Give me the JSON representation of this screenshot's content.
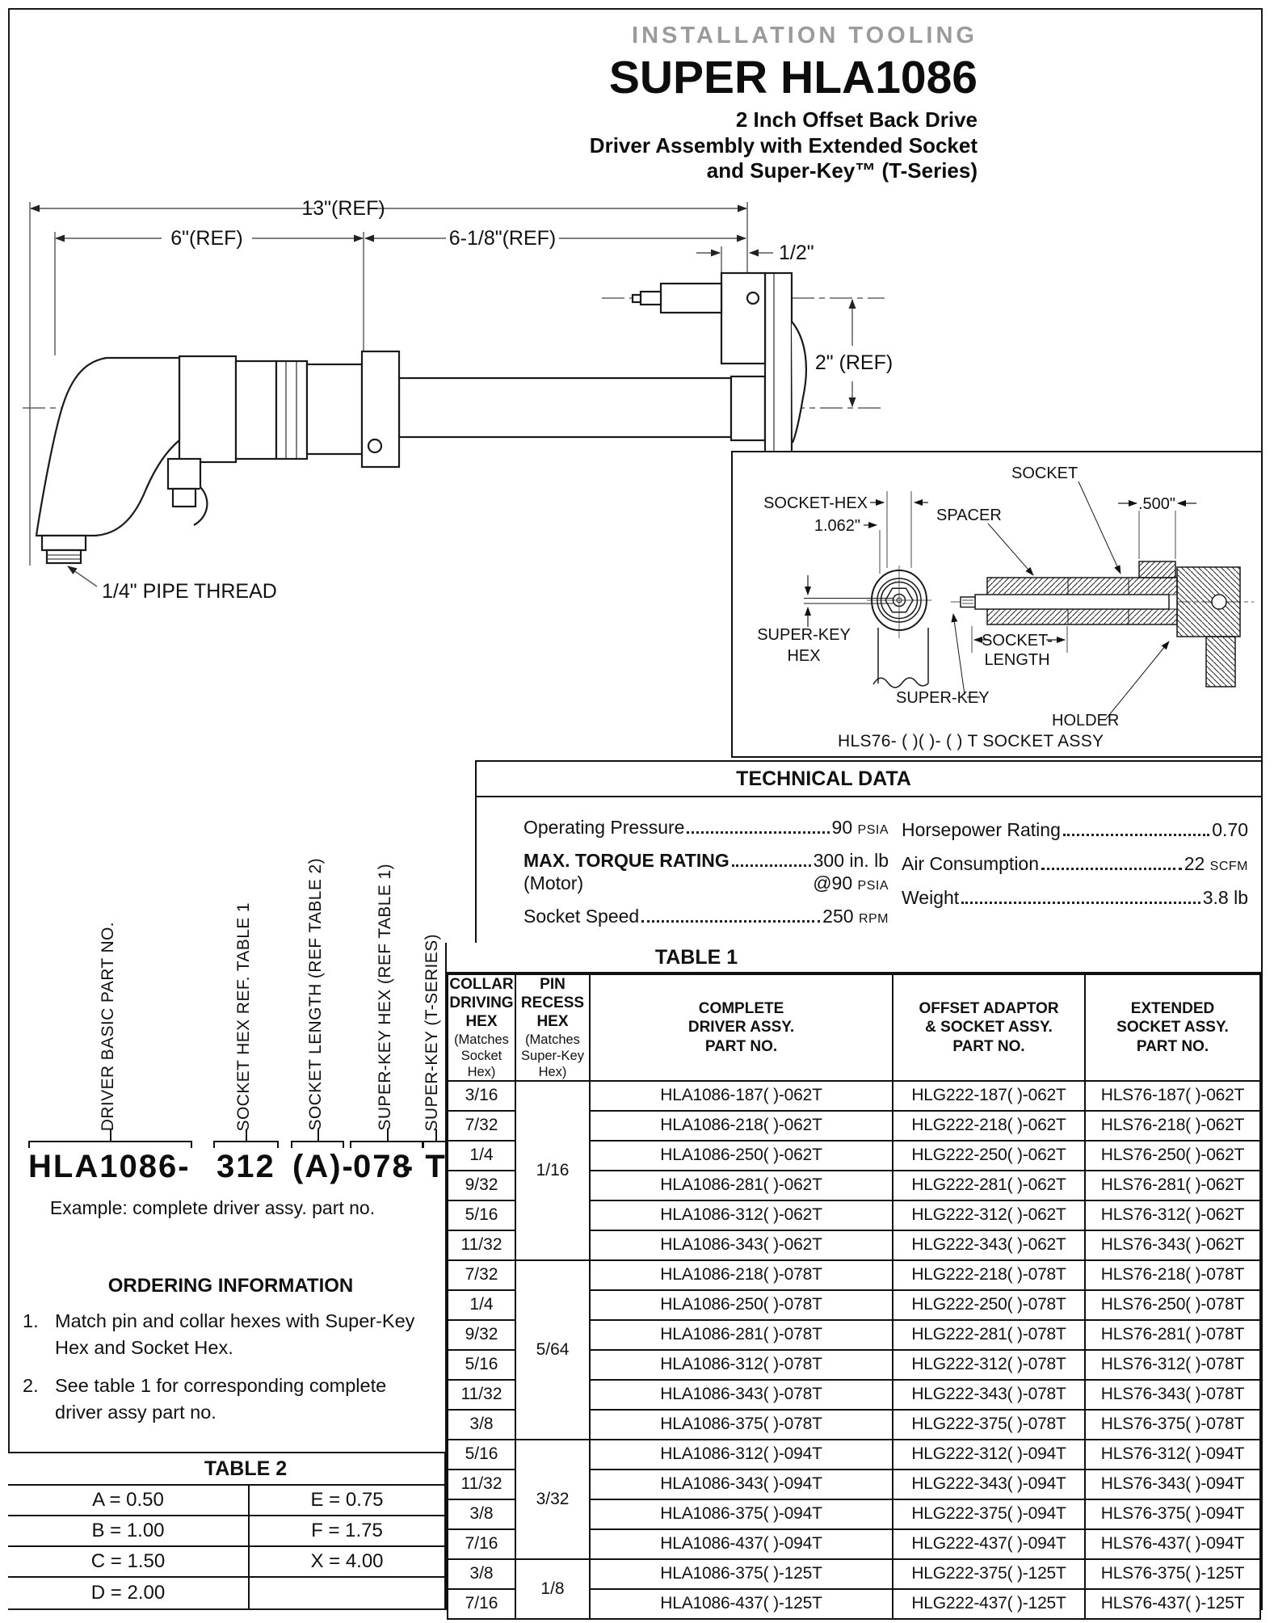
{
  "header": {
    "kicker": "INSTALLATION TOOLING",
    "title": "SUPER HLA1086",
    "subtitle_lines": [
      "2 Inch Offset Back Drive",
      "Driver Assembly with Extended Socket",
      "and Super-Key™ (T-Series)"
    ]
  },
  "drawing": {
    "dim_overall": "13\"(REF)",
    "dim_front": "6\"(REF)",
    "dim_rear": "6-1/8\"(REF)",
    "dim_half": "1/2\"",
    "dim_offset": "2\" (REF)",
    "pipe_thread": "1/4\" PIPE THREAD"
  },
  "inset": {
    "socket": "SOCKET",
    "socket_hex": "SOCKET-HEX",
    "diameter": "1.062\"",
    "spacer": "SPACER",
    "depth": ".500\"",
    "super_key_hex_line1": "SUPER-KEY",
    "super_key_hex_line2": "HEX",
    "super_key": "SUPER-KEY",
    "socket_length_line1": "SOCKET-",
    "socket_length_line2": "LENGTH",
    "holder": "HOLDER",
    "caption": "HLS76- ( )( )- ( ) T SOCKET ASSY"
  },
  "technical_data": {
    "title": "TECHNICAL DATA",
    "left": [
      {
        "label": "Operating Pressure",
        "value": "90",
        "unit": "PSIA"
      },
      {
        "label": "MAX. TORQUE RATING",
        "sub_label": "(Motor)",
        "value": "300 in. lb",
        "sub_value": "@90",
        "sub_unit": "PSIA"
      },
      {
        "label": "Socket Speed",
        "value": "250",
        "unit": "RPM"
      }
    ],
    "right": [
      {
        "label": "Horsepower Rating",
        "value": "0.70",
        "unit": ""
      },
      {
        "label": "Air Consumption ",
        "value": "22",
        "unit": "SCFM"
      },
      {
        "label": "Weight",
        "value": "3.8 lb",
        "unit": ""
      }
    ]
  },
  "part_number": {
    "code_segments": [
      "HLA1086-",
      "312",
      "(A)-",
      "078",
      "- T"
    ],
    "labels": [
      "DRIVER BASIC PART NO.",
      "SOCKET HEX REF. TABLE 1",
      "SOCKET LENGTH (REF TABLE 2)",
      "SUPER-KEY HEX (REF TABLE 1)",
      "SUPER-KEY (T-SERIES)"
    ],
    "example": "Example: complete driver assy. part no."
  },
  "ordering": {
    "title": "ORDERING INFORMATION",
    "items": [
      {
        "num": "1.",
        "text": "Match pin and collar hexes with Super-Key Hex and Socket Hex."
      },
      {
        "num": "2.",
        "text": "See table 1 for corresponding complete driver assy part no."
      }
    ]
  },
  "table2": {
    "title": "TABLE 2",
    "rows": [
      [
        "A = 0.50",
        "E = 0.75"
      ],
      [
        "B = 1.00",
        "F = 1.75"
      ],
      [
        "C = 1.50",
        "X = 4.00"
      ],
      [
        "D = 2.00",
        ""
      ]
    ]
  },
  "table1": {
    "title": "TABLE 1",
    "headers": [
      {
        "lines": [
          "COLLAR",
          "DRIVING HEX"
        ],
        "notes": [
          "(Matches",
          "Socket Hex)"
        ]
      },
      {
        "lines": [
          "PIN",
          "RECESS HEX"
        ],
        "notes": [
          "(Matches",
          "Super-Key Hex)"
        ]
      },
      {
        "lines": [
          "COMPLETE",
          "DRIVER ASSY.",
          "PART NO."
        ],
        "notes": []
      },
      {
        "lines": [
          "OFFSET ADAPTOR",
          "& SOCKET ASSY.",
          "PART NO."
        ],
        "notes": []
      },
      {
        "lines": [
          "EXTENDED",
          "SOCKET ASSY.",
          "PART NO."
        ],
        "notes": []
      }
    ],
    "groups": [
      {
        "pin": "1/16",
        "rows": [
          [
            "3/16",
            "HLA1086-187( )-062T",
            "HLG222-187( )-062T",
            "HLS76-187( )-062T"
          ],
          [
            "7/32",
            "HLA1086-218( )-062T",
            "HLG222-218( )-062T",
            "HLS76-218( )-062T"
          ],
          [
            "1/4",
            "HLA1086-250( )-062T",
            "HLG222-250( )-062T",
            "HLS76-250( )-062T"
          ],
          [
            "9/32",
            "HLA1086-281( )-062T",
            "HLG222-281( )-062T",
            "HLS76-281( )-062T"
          ],
          [
            "5/16",
            "HLA1086-312( )-062T",
            "HLG222-312( )-062T",
            "HLS76-312( )-062T"
          ],
          [
            "11/32",
            "HLA1086-343( )-062T",
            "HLG222-343( )-062T",
            "HLS76-343( )-062T"
          ]
        ]
      },
      {
        "pin": "5/64",
        "rows": [
          [
            "7/32",
            "HLA1086-218( )-078T",
            "HLG222-218( )-078T",
            "HLS76-218( )-078T"
          ],
          [
            "1/4",
            "HLA1086-250( )-078T",
            "HLG222-250( )-078T",
            "HLS76-250( )-078T"
          ],
          [
            "9/32",
            "HLA1086-281( )-078T",
            "HLG222-281( )-078T",
            "HLS76-281( )-078T"
          ],
          [
            "5/16",
            "HLA1086-312( )-078T",
            "HLG222-312( )-078T",
            "HLS76-312( )-078T"
          ],
          [
            "11/32",
            "HLA1086-343( )-078T",
            "HLG222-343( )-078T",
            "HLS76-343( )-078T"
          ],
          [
            "3/8",
            "HLA1086-375( )-078T",
            "HLG222-375( )-078T",
            "HLS76-375( )-078T"
          ]
        ]
      },
      {
        "pin": "3/32",
        "rows": [
          [
            "5/16",
            "HLA1086-312( )-094T",
            "HLG222-312( )-094T",
            "HLS76-312( )-094T"
          ],
          [
            "11/32",
            "HLA1086-343( )-094T",
            "HLG222-343( )-094T",
            "HLS76-343( )-094T"
          ],
          [
            "3/8",
            "HLA1086-375( )-094T",
            "HLG222-375( )-094T",
            "HLS76-375( )-094T"
          ],
          [
            "7/16",
            "HLA1086-437( )-094T",
            "HLG222-437( )-094T",
            "HLS76-437( )-094T"
          ]
        ]
      },
      {
        "pin": "1/8",
        "rows": [
          [
            "3/8",
            "HLA1086-375( )-125T",
            "HLG222-375( )-125T",
            "HLS76-375( )-125T"
          ],
          [
            "7/16",
            "HLA1086-437( )-125T",
            "HLG222-437( )-125T",
            "HLS76-437( )-125T"
          ]
        ]
      }
    ]
  }
}
